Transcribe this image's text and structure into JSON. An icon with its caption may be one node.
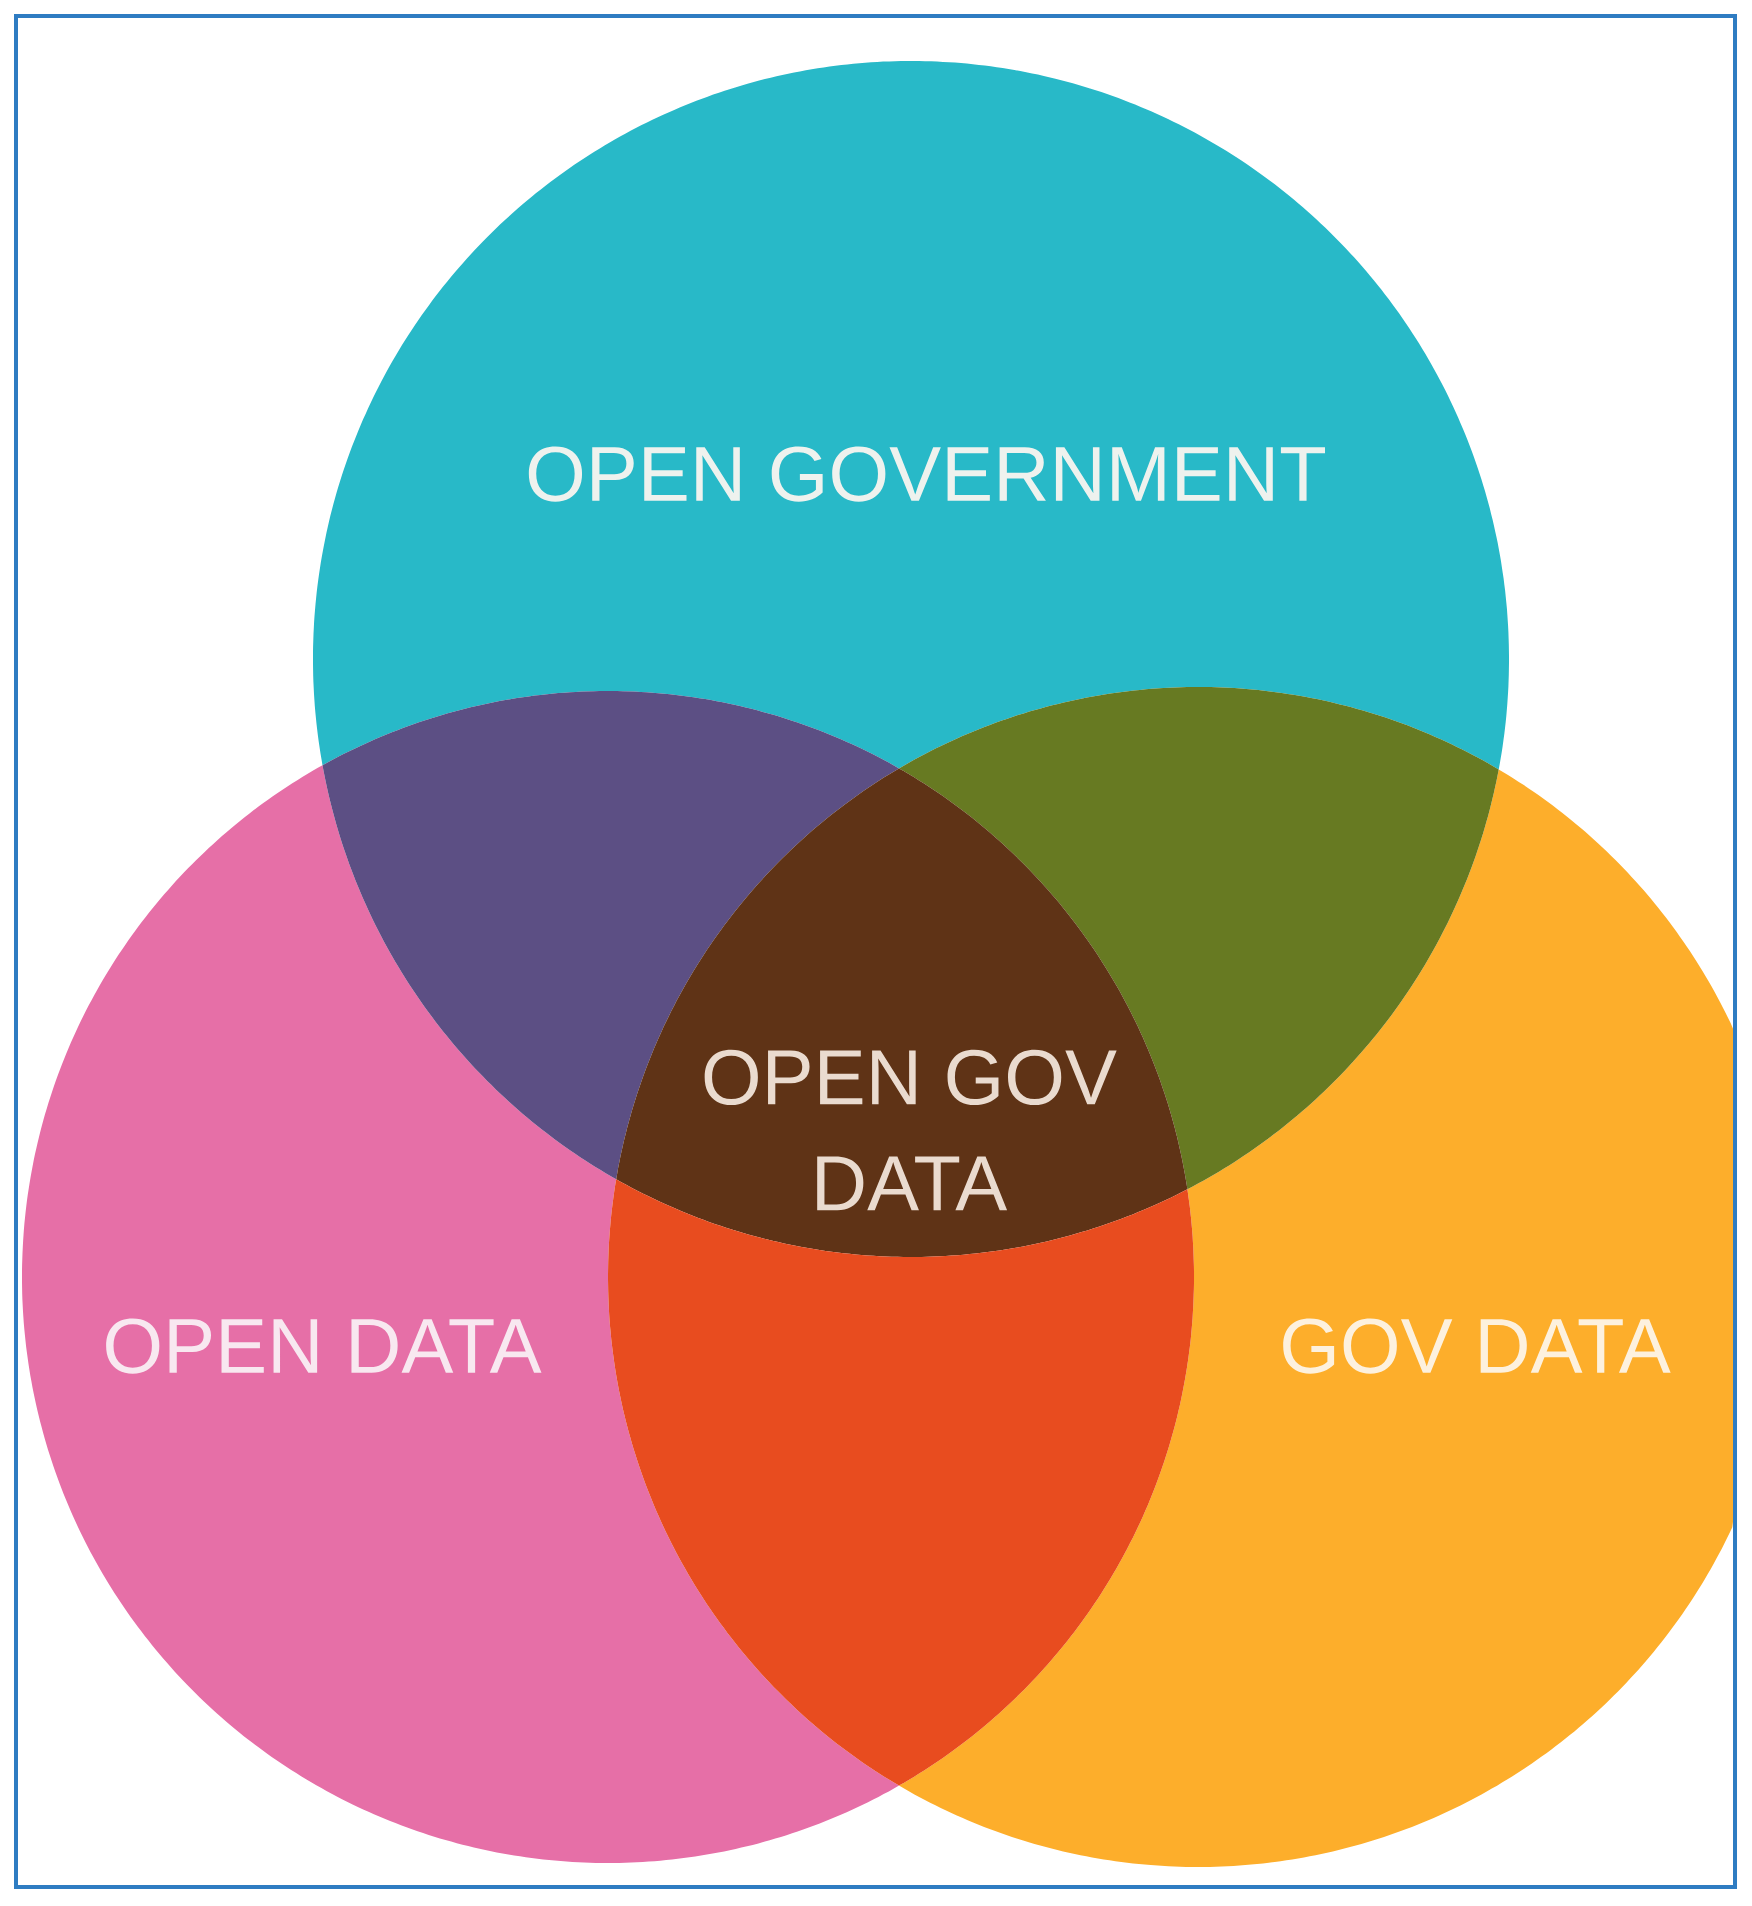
{
  "diagram": {
    "nodes": [
      {
        "text": [
          "OPEN GOVERNMENT"
        ]
      },
      {
        "text": [
          "OPEN DATA"
        ]
      },
      {
        "text": [
          "GOV DATA"
        ]
      },
      {
        "text": [],
        "shape": "lens"
      },
      {
        "text": [],
        "shape": "lens"
      },
      {
        "text": [
          "OPEN GOV DATA"
        ]
      },
      {
        "text": [],
        "shape": "lens"
      }
    ]
  }
}
